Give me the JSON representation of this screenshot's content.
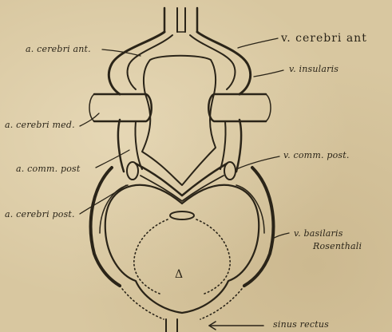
{
  "diagram": {
    "labels": {
      "a_cerebri_ant": "a. cerebri ant.",
      "v_cerebri_ant": "v. cerebri ant",
      "v_insularis": "v. insularis",
      "a_cerebri_med": "a. cerebri med.",
      "a_comm_post": "a. comm. post",
      "v_comm_post": "v. comm. post.",
      "a_cerebri_post": "a. cerebri post.",
      "v_basilaris": "v. basilaris",
      "rosenthal": "Rosenthali",
      "sinus_rectus": "sinus rectus",
      "center_symbol": "Δ"
    },
    "colors": {
      "ink": "#2a2418",
      "paper": "#d8c7a0"
    }
  }
}
